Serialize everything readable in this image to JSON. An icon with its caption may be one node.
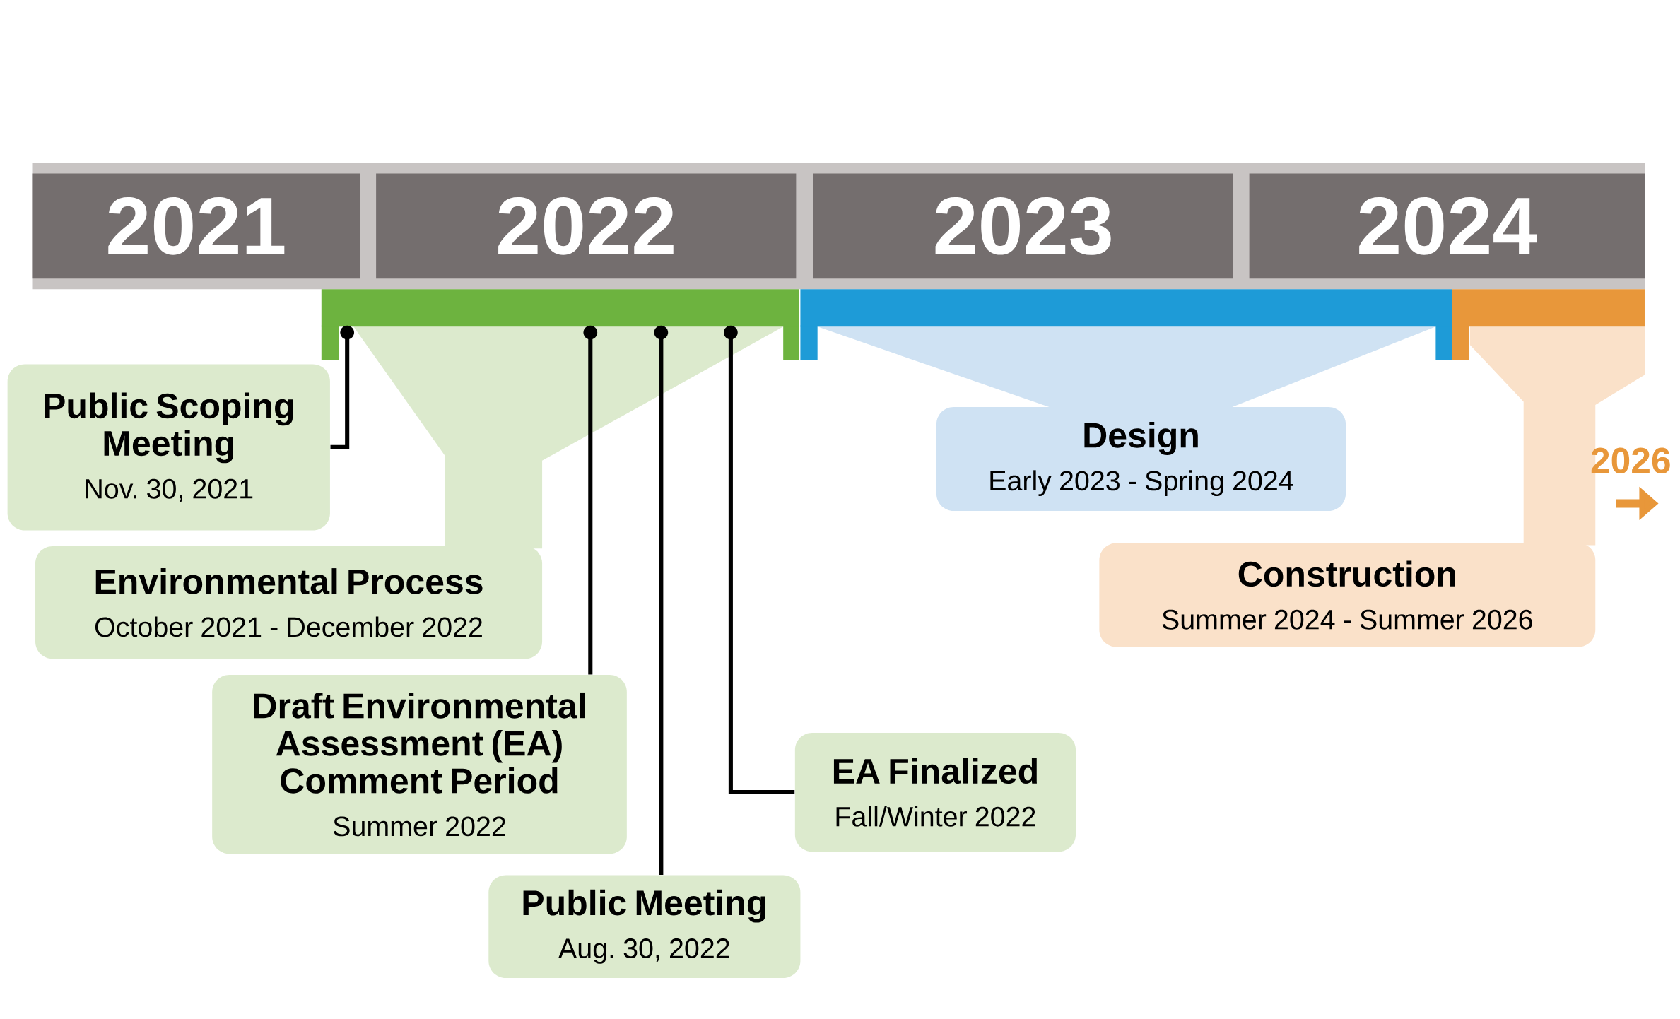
{
  "diagram": {
    "nodes": [
      {
        "text": [
          "2021"
        ]
      },
      {
        "text": [
          "2022"
        ]
      },
      {
        "text": [
          "2023"
        ]
      },
      {
        "text": [
          "2024"
        ]
      },
      {
        "text": [],
        "shape": "bar"
      },
      {
        "text": [],
        "shape": "bar"
      },
      {
        "text": [],
        "shape": "bar"
      },
      {
        "text": [
          "Public Scoping Meeting",
          "Nov. 30, 2021"
        ]
      },
      {
        "text": [
          "Environmental Process",
          "October 2021 - December 2022"
        ]
      },
      {
        "text": [
          "Draft Environmental Assessment (EA) Comment Period",
          "Summer 2022"
        ]
      },
      {
        "text": [
          "Public Meeting",
          "Aug. 30, 2022"
        ]
      },
      {
        "text": [
          "EA Finalized",
          "Fall/Winter 2022"
        ]
      },
      {
        "text": [
          "Design",
          "Early 2023 - Spring 2024"
        ]
      },
      {
        "text": [
          "Construction",
          "Summer 2024 - Summer 2026"
        ]
      }
    ],
    "edges": [
      {
        "from": 7,
        "to": 4,
        "arrow": "other"
      },
      {
        "from": 9,
        "to": 4,
        "arrow": "other"
      },
      {
        "from": 10,
        "to": 4,
        "arrow": "other"
      },
      {
        "from": 11,
        "to": 4,
        "arrow": "other"
      }
    ],
    "labels": [
      "2026"
    ]
  }
}
